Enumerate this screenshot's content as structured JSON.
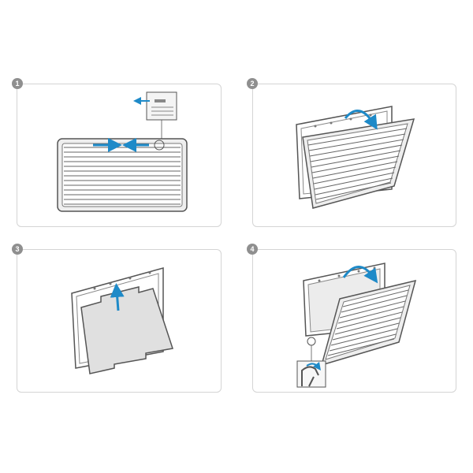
{
  "steps": [
    {
      "number": "1",
      "illustration": "vent-grille-slide-latches"
    },
    {
      "number": "2",
      "illustration": "vent-grille-tilt-open"
    },
    {
      "number": "3",
      "illustration": "filter-mat-lift-out"
    },
    {
      "number": "4",
      "illustration": "vent-grille-reinstall-hinge"
    }
  ],
  "colors": {
    "outline": "#555555",
    "fill": "#eeeeee",
    "arrow": "#1e8ac8",
    "badge": "#8f8f8f",
    "panel_border": "#d4d4d4"
  }
}
